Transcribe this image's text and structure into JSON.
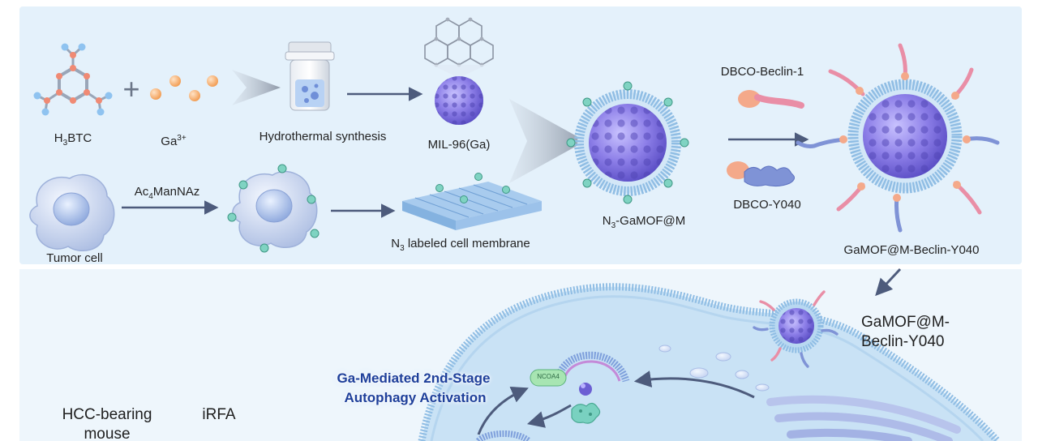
{
  "top_panel": {
    "h3btc_label": {
      "pre": "H",
      "sub": "3",
      "post": "BTC"
    },
    "plus_sign": "+",
    "ga_label": {
      "pre": "Ga",
      "sup": "3+"
    },
    "hydrothermal_label": "Hydrothermal synthesis",
    "mil_label": "MIL-96(Ga)",
    "tumor_cell_label": "Tumor cell",
    "ac4_label": {
      "pre": "Ac",
      "sub": "4",
      "post": "ManNAz"
    },
    "n3_membrane_label": {
      "pre": "N",
      "sub": "3",
      "post": " labeled cell membrane"
    },
    "n3_gamof_label": {
      "pre": "N",
      "sub": "3",
      "post": "-GaMOF@M"
    },
    "dbco_beclin_label": "DBCO-Beclin-1",
    "dbco_y040_label": "DBCO-Y040",
    "final_label": "GaMOF@M-Beclin-Y040"
  },
  "bottom_panel": {
    "particle_label_line1": "GaMOF@M-",
    "particle_label_line2": "Beclin-Y040",
    "autophagy_line1": "Ga-Mediated 2nd-Stage",
    "autophagy_line2": "Autophagy Activation",
    "ncoa4_label": "NCOA4",
    "hcc_line1": "HCC-bearing",
    "hcc_line2": "mouse",
    "irfa_label": "iRFA"
  },
  "colors": {
    "panel_bg": "#e4f1fb",
    "panel_bg_light": "#f1f8fd",
    "cell_bg": "#c9e2f5",
    "mof_purple": "#8678e6",
    "membrane": "#8fbde4",
    "arrow": "#4d5b7c",
    "beclin_pink": "#e98ea6",
    "y040_blue": "#7f93d6",
    "title_blue": "#1e3f9a"
  }
}
